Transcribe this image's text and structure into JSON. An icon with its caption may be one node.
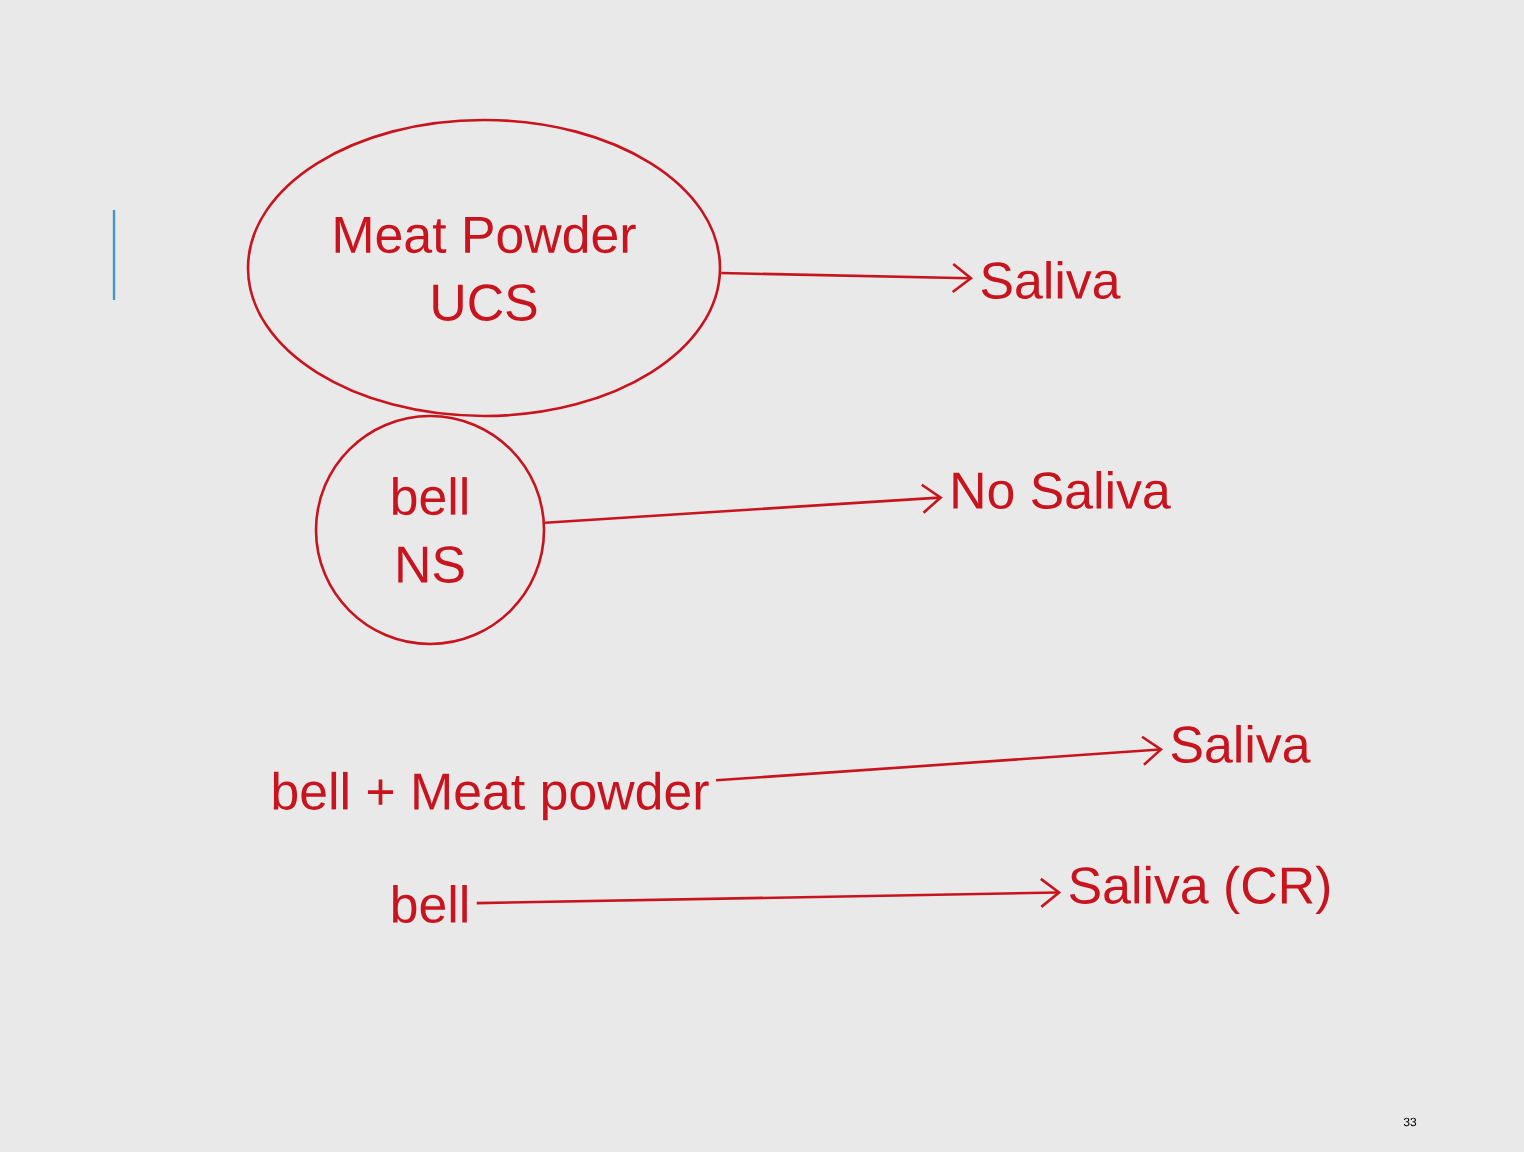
{
  "diagram": {
    "nodes": [
      {
        "text": [
          "Meat Powder",
          "UCS"
        ]
      },
      {
        "text": [
          "Saliva"
        ]
      },
      {
        "text": [
          "bell",
          "NS"
        ]
      },
      {
        "text": [
          "No Saliva"
        ]
      },
      {
        "text": [
          "bell + Meat powder"
        ]
      },
      {
        "text": [
          "Saliva"
        ]
      },
      {
        "text": [
          "bell"
        ]
      },
      {
        "text": [
          "Saliva (CR)"
        ]
      }
    ],
    "edges": [
      {
        "from": 0,
        "to": 1,
        "arrow": "to"
      },
      {
        "from": 2,
        "to": 3,
        "arrow": "to"
      },
      {
        "from": 4,
        "to": 5,
        "arrow": "to"
      },
      {
        "from": 6,
        "to": 7,
        "arrow": "to"
      }
    ],
    "labels": [
      "33"
    ]
  }
}
